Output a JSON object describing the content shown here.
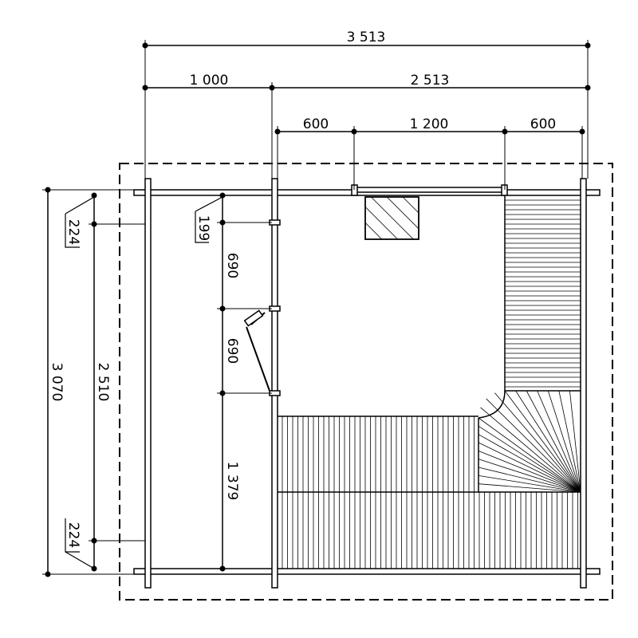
{
  "dimensions": {
    "overall_width": "3 513",
    "left_width": "1 000",
    "right_width": "2 513",
    "bench_left": "600",
    "window_width": "1 200",
    "bench_right": "600",
    "overall_depth": "3 070",
    "inner_depth": "2 510",
    "overhang_top": "224",
    "overhang_bottom": "224",
    "wall_offset": "199",
    "wall_segment_1": "690",
    "wall_segment_2": "690",
    "wall_segment_3": "1 379"
  }
}
